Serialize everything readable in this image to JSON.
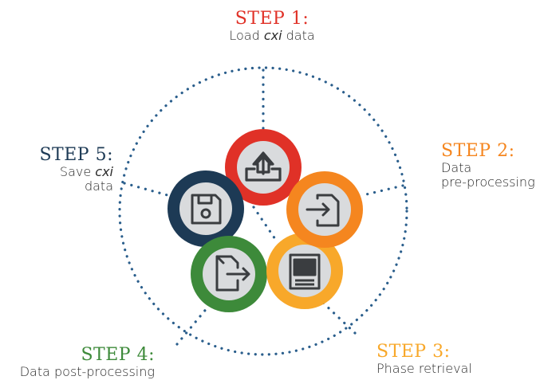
{
  "steps": [
    {
      "id": "step1",
      "title": "STEP 1:",
      "desc_pre": "Load ",
      "desc_em": "cxi",
      "desc_post": " data",
      "desc_line2": "",
      "color": "#e03127",
      "icon": "upload-tray-icon"
    },
    {
      "id": "step2",
      "title": "STEP 2:",
      "desc_pre": "Data",
      "desc_em": "",
      "desc_post": "",
      "desc_line2": "pre-processing",
      "color": "#f5861f",
      "icon": "file-import-icon"
    },
    {
      "id": "step3",
      "title": "STEP 3:",
      "desc_pre": "Phase retrieval",
      "desc_em": "",
      "desc_post": "",
      "desc_line2": "",
      "color": "#f8a82a",
      "icon": "computer-icon"
    },
    {
      "id": "step4",
      "title": "STEP 4:",
      "desc_pre": "Data post-processing",
      "desc_em": "",
      "desc_post": "",
      "desc_line2": "",
      "color": "#3d8a3a",
      "icon": "file-export-icon"
    },
    {
      "id": "step5",
      "title": "STEP 5:",
      "desc_pre": "Save ",
      "desc_em": "cxi",
      "desc_post": "",
      "desc_line2": "data",
      "color": "#1d3a55",
      "icon": "floppy-disk-icon"
    }
  ],
  "colors": {
    "dots": "#2a5e8c",
    "icon_bg": "#d9dbdd",
    "icon_stroke": "#3a3d40"
  }
}
